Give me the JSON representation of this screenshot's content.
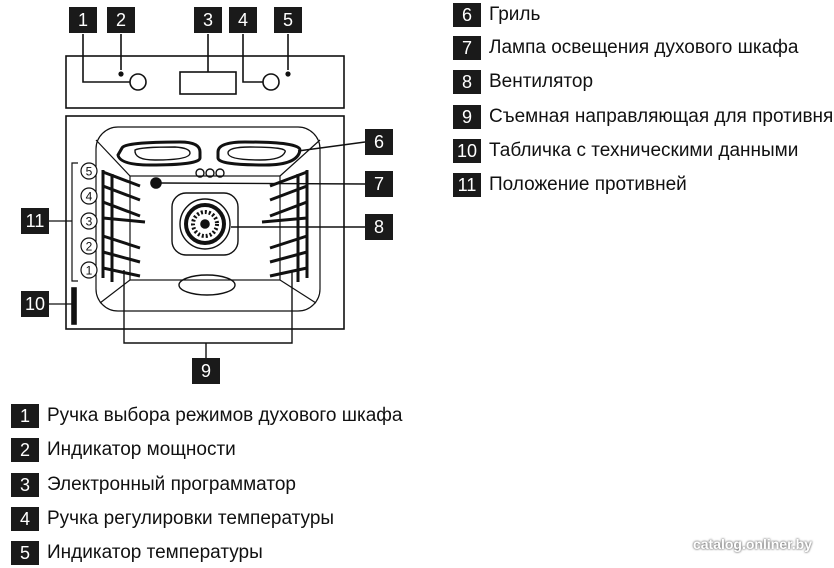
{
  "callouts": [
    "1",
    "2",
    "3",
    "4",
    "5",
    "6",
    "7",
    "8",
    "9",
    "10",
    "11"
  ],
  "shelf_positions": [
    "5",
    "4",
    "3",
    "2",
    "1"
  ],
  "legend": [
    {
      "num": "1",
      "text": "Ручка выбора режимов духового шкафа"
    },
    {
      "num": "2",
      "text": "Индикатор мощности"
    },
    {
      "num": "3",
      "text": "Электронный программатор"
    },
    {
      "num": "4",
      "text": "Ручка регулировки температуры"
    },
    {
      "num": "5",
      "text": "Индикатор температуры"
    },
    {
      "num": "6",
      "text": "Гриль"
    },
    {
      "num": "7",
      "text": "Лампа освещения духового шкафа"
    },
    {
      "num": "8",
      "text": "Вентилятор"
    },
    {
      "num": "9",
      "text": "Съемная направляющая для противня"
    },
    {
      "num": "10",
      "text": "Табличка с техническими данными"
    },
    {
      "num": "11",
      "text": "Положение противней"
    }
  ],
  "watermark": "catalog.onliner.by"
}
